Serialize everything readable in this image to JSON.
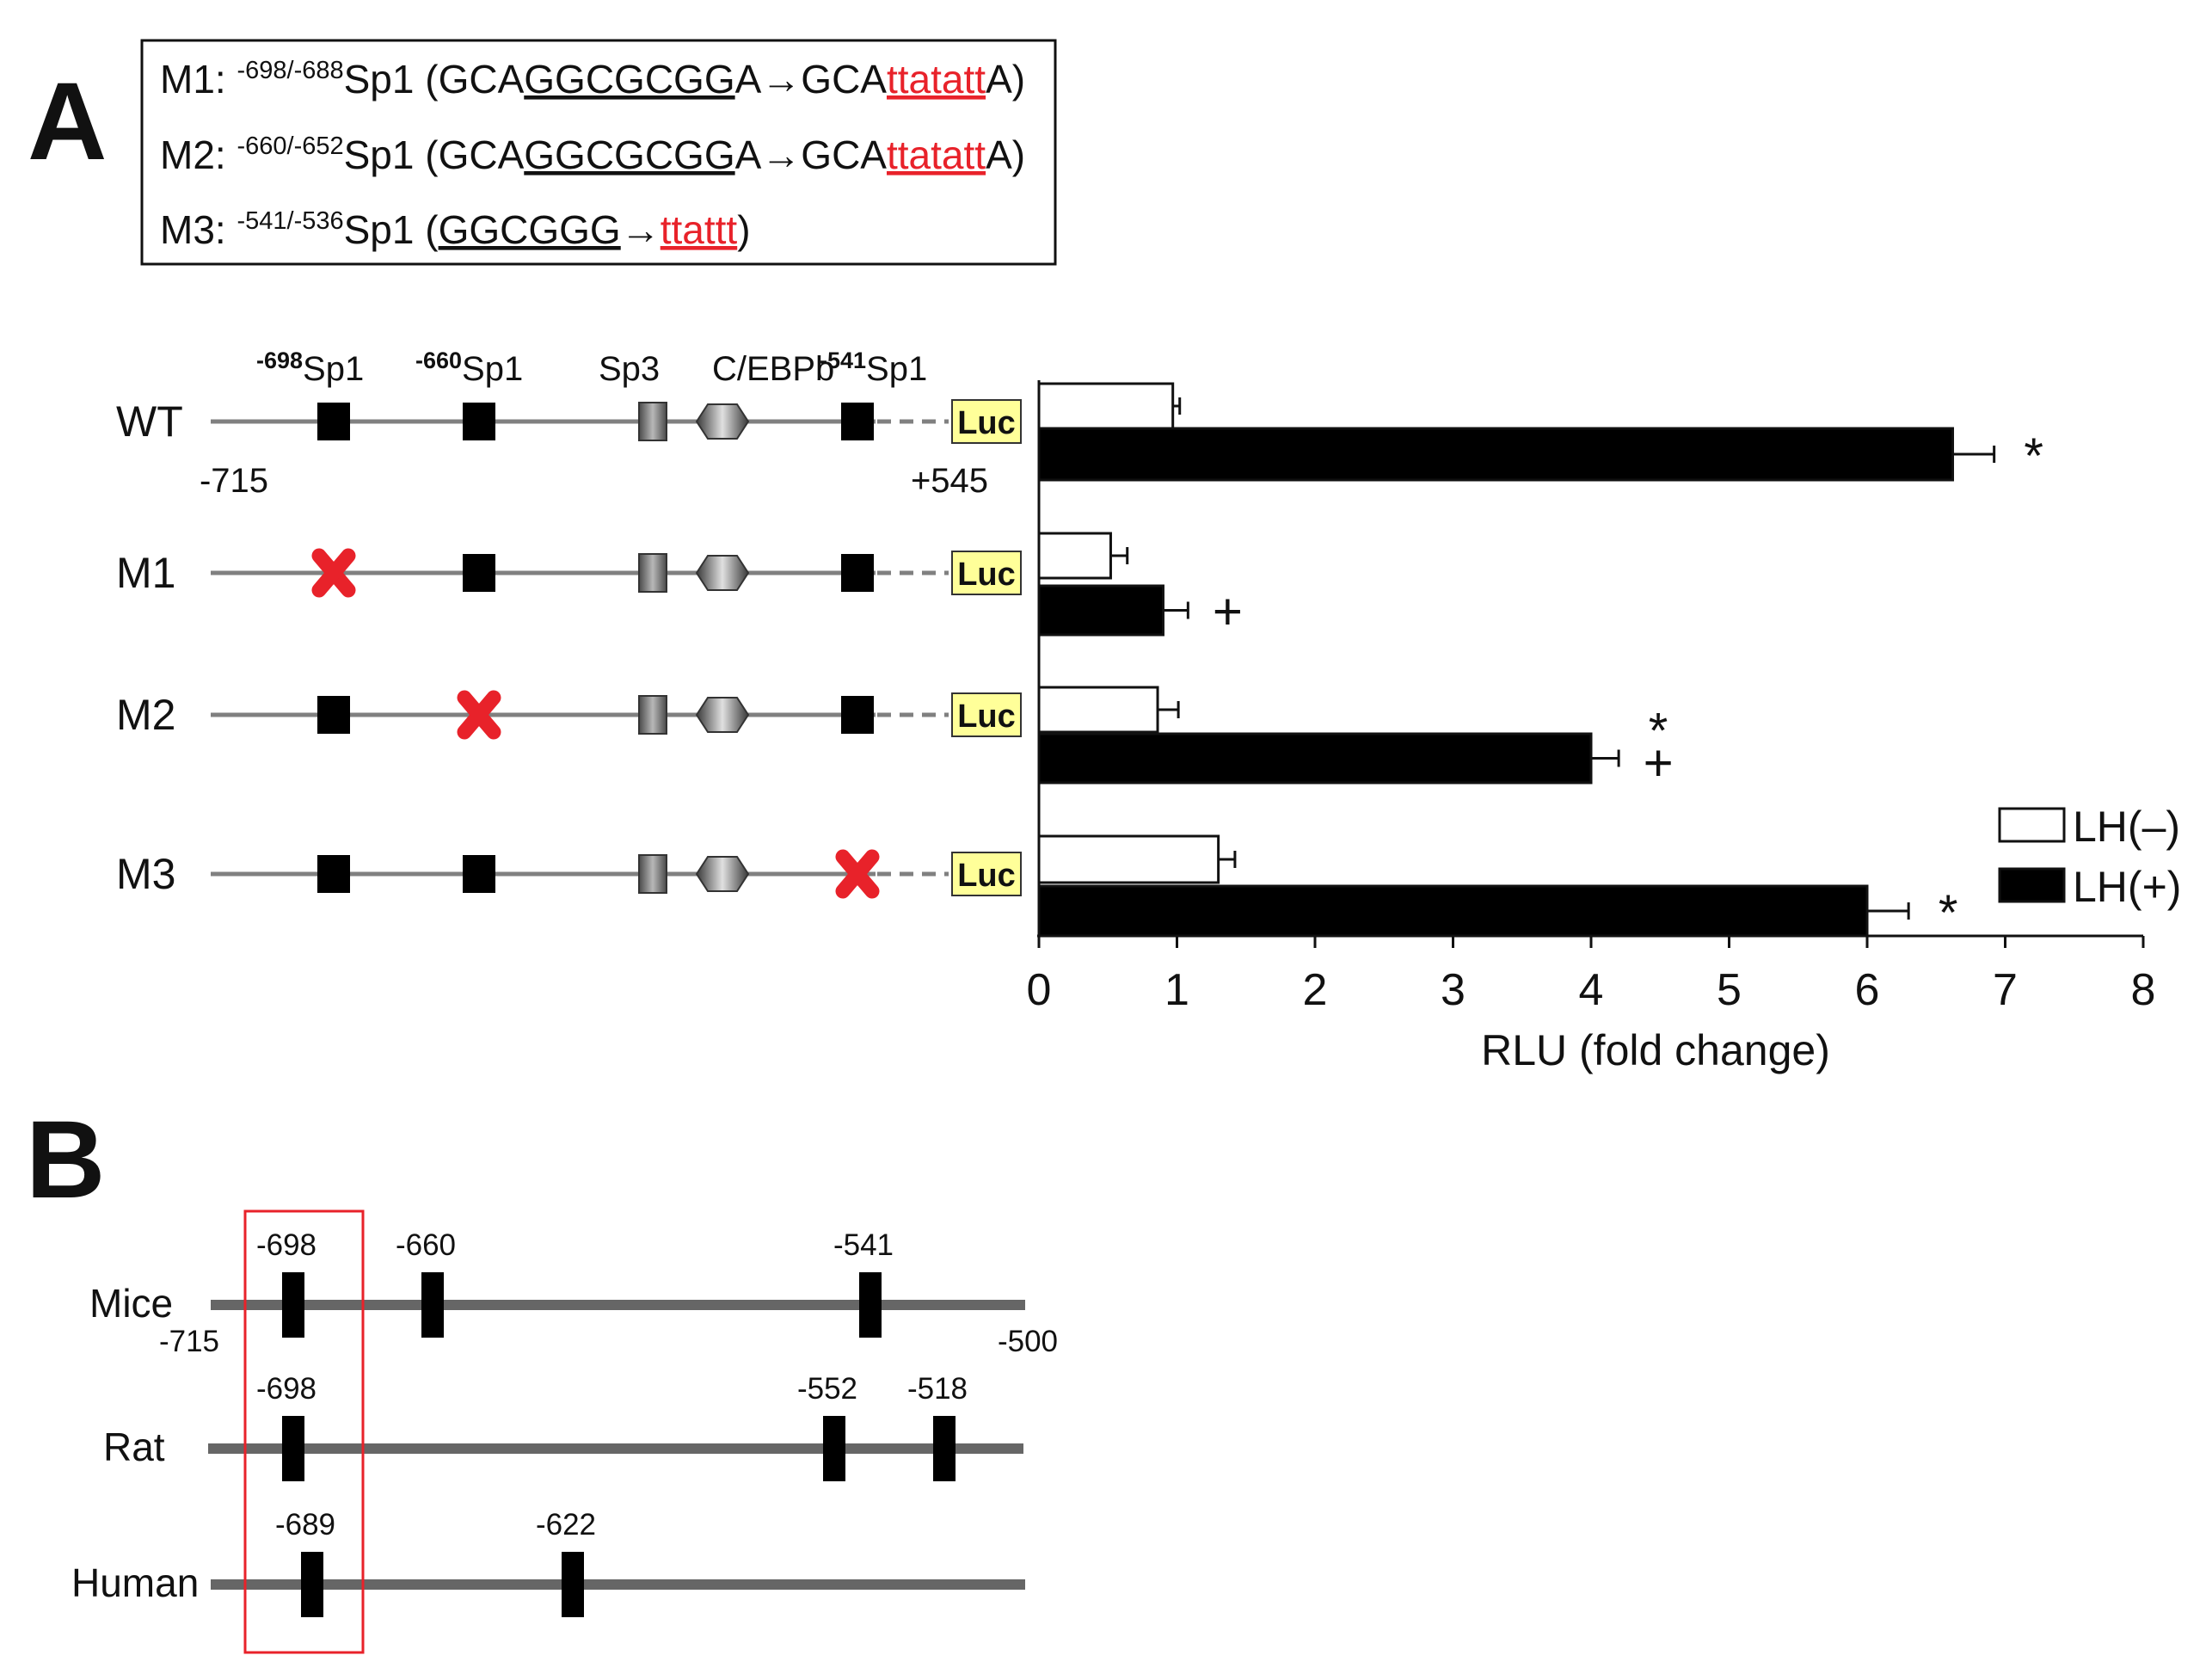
{
  "panel_a": {
    "label": "A",
    "mutation_box": [
      {
        "name": "M1:",
        "range": "-698/-688",
        "site": "Sp1",
        "open": "(GCA",
        "orig": "GGCGCGG",
        "tail": "A",
        "arrow": "→",
        "newpre": "GCA",
        "mut": "ttatatt",
        "close": "A)"
      },
      {
        "name": "M2:",
        "range": "-660/-652",
        "site": "Sp1",
        "open": "(GCA",
        "orig": "GGCGCGG",
        "tail": "A",
        "arrow": "→",
        "newpre": "GCA",
        "mut": "ttatatt",
        "close": "A)"
      },
      {
        "name": "M3:",
        "range": "-541/-536",
        "site": "Sp1",
        "open": "(",
        "orig": "GGCGGG",
        "tail": "",
        "arrow": "→",
        "newpre": "",
        "mut": "ttattt",
        "close": ")"
      }
    ],
    "site_labels": [
      {
        "sup": "-698",
        "text": "Sp1"
      },
      {
        "sup": "-660",
        "text": "Sp1"
      },
      {
        "sup": "",
        "text": "Sp3"
      },
      {
        "sup": "",
        "text": "C/EBPb"
      },
      {
        "sup": "-541",
        "text": "Sp1"
      }
    ],
    "pos_start": "-715",
    "pos_end": "+545",
    "reporter": "Luc",
    "constructs": [
      {
        "name": "WT",
        "mutated_site": null
      },
      {
        "name": "M1",
        "mutated_site": 0
      },
      {
        "name": "M2",
        "mutated_site": 1
      },
      {
        "name": "M3",
        "mutated_site": 4
      }
    ]
  },
  "chart_data": {
    "type": "bar",
    "orientation": "horizontal",
    "categories": [
      "WT",
      "M1",
      "M2",
      "M3"
    ],
    "series": [
      {
        "name": "LH(–)",
        "values": [
          0.97,
          0.52,
          0.86,
          1.3
        ],
        "errors": [
          0.05,
          0.12,
          0.15,
          0.12
        ],
        "color": "#ffffff"
      },
      {
        "name": "LH(+)",
        "values": [
          6.62,
          0.9,
          4.0,
          6.0
        ],
        "errors": [
          0.3,
          0.18,
          0.2,
          0.3
        ],
        "color": "#000000"
      }
    ],
    "annotations": [
      {
        "category": "WT",
        "series": "LH(+)",
        "marks": [
          "*"
        ]
      },
      {
        "category": "M1",
        "series": "LH(+)",
        "marks": [
          "+"
        ]
      },
      {
        "category": "M2",
        "series": "LH(+)",
        "marks": [
          "*",
          "+"
        ]
      },
      {
        "category": "M3",
        "series": "LH(+)",
        "marks": [
          "*"
        ]
      }
    ],
    "xlabel": "RLU (fold change)",
    "ylabel": "",
    "xlim": [
      0,
      8
    ],
    "xticks": [
      "0",
      "1",
      "2",
      "3",
      "4",
      "5",
      "6",
      "7",
      "8"
    ],
    "legend_position": "right",
    "grid": false
  },
  "panel_b": {
    "label": "B",
    "species": [
      {
        "name": "Mice",
        "start": "-715",
        "end": "-500",
        "sites": [
          "-698",
          "-660",
          "-541"
        ]
      },
      {
        "name": "Rat",
        "sites": [
          "-698",
          "-552",
          "-518"
        ]
      },
      {
        "name": "Human",
        "sites": [
          "-689",
          "-622"
        ]
      }
    ]
  },
  "colors": {
    "mutation": "#e8222a",
    "luc_box": "#ffff99",
    "backbone": "#808080",
    "highlight_box": "#e8222a"
  }
}
